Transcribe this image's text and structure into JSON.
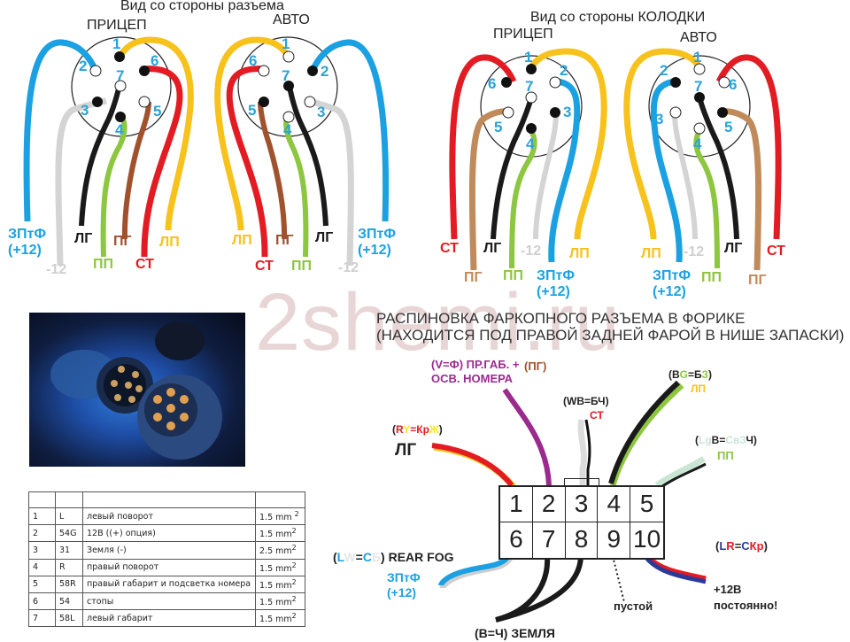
{
  "watermark": "2shemi.ru",
  "top_left": {
    "title": "Вид со стороны разъема",
    "left_label": "ПРИЦЕП",
    "right_label": "АВТО",
    "left_wires": [
      {
        "label": "ЗПтФ",
        "label2": "(+12)",
        "color": "#1ba1e2"
      },
      {
        "label": "-12",
        "color": "#cfcfcf"
      },
      {
        "label": "ЛГ",
        "color": "#1a1a1a"
      },
      {
        "label": "ПП",
        "color": "#8dc63f"
      },
      {
        "label": "ПГ",
        "color": "#a0522d"
      },
      {
        "label": "СТ",
        "color": "#e31b23"
      },
      {
        "label": "ЛП",
        "color": "#f7c21c"
      }
    ],
    "right_wires": [
      {
        "label": "ЛП",
        "color": "#f7c21c"
      },
      {
        "label": "СТ",
        "color": "#e31b23"
      },
      {
        "label": "ПГ",
        "color": "#a0522d"
      },
      {
        "label": "ПП",
        "color": "#8dc63f"
      },
      {
        "label": "ЛГ",
        "color": "#1a1a1a"
      },
      {
        "label": "-12",
        "color": "#cfcfcf"
      },
      {
        "label": "ЗПтФ",
        "label2": "(+12)",
        "color": "#1ba1e2"
      }
    ]
  },
  "top_right": {
    "title": "Вид со стороны КОЛОДКИ",
    "left_label": "ПРИЦЕП",
    "right_label": "АВТО",
    "left_wires": [
      {
        "label": "СТ",
        "color": "#e31b23"
      },
      {
        "label": "ПГ",
        "color": "#c08a5a"
      },
      {
        "label": "ЛГ",
        "color": "#1a1a1a"
      },
      {
        "label": "ПП",
        "color": "#8dc63f"
      },
      {
        "label": "-12",
        "color": "#cfcfcf"
      },
      {
        "label": "ЗПтФ",
        "label2": "(+12)",
        "color": "#1ba1e2"
      },
      {
        "label": "ЛП",
        "color": "#f7c21c"
      }
    ],
    "right_wires": [
      {
        "label": "ЛП",
        "color": "#f7c21c"
      },
      {
        "label": "ЗПтФ",
        "label2": "(+12)",
        "color": "#1ba1e2"
      },
      {
        "label": "-12",
        "color": "#cfcfcf"
      },
      {
        "label": "ПП",
        "color": "#8dc63f"
      },
      {
        "label": "ЛГ",
        "color": "#1a1a1a"
      },
      {
        "label": "ПГ",
        "color": "#c08a5a"
      },
      {
        "label": "СТ",
        "color": "#e31b23"
      }
    ]
  },
  "pins": [
    "1",
    "2",
    "3",
    "4",
    "5",
    "6",
    "7"
  ],
  "spec_table": {
    "header": [
      "",
      "",
      "",
      ""
    ],
    "rows": [
      {
        "pin": "1",
        "code": "L",
        "desc": "левый поворот",
        "section": "1.5 mm",
        "sup": "2"
      },
      {
        "pin": "2",
        "code": "54G",
        "desc": "12В ((+) опция)",
        "section": "1.5 mm",
        "sup": "2"
      },
      {
        "pin": "3",
        "code": "31",
        "desc": "Земля (-)",
        "section": "2.5 mm",
        "sup": "2"
      },
      {
        "pin": "4",
        "code": "R",
        "desc": "правый поворот",
        "section": "1.5 mm",
        "sup": "2"
      },
      {
        "pin": "5",
        "code": "58R",
        "desc": "правый габарит и подсветка номера",
        "section": "1.5 mm",
        "sup": "2"
      },
      {
        "pin": "6",
        "code": "54",
        "desc": "стопы",
        "section": "1.5 mm",
        "sup": "2"
      },
      {
        "pin": "7",
        "code": "58L",
        "desc": "левый габарит",
        "section": "1.5 mm",
        "sup": "2"
      }
    ]
  },
  "forik": {
    "title_line1": "РАСПИНОВКА ФАРКОПНОГО РАЗЪЕМА В ФОРИКЕ",
    "title_line2": "(НАХОДИТСЯ ПОД ПРАВОЙ ЗАДНЕЙ ФАРОЙ В НИШЕ ЗАПАСКИ)",
    "cells_top": [
      "1",
      "2",
      "3",
      "4",
      "5"
    ],
    "cells_bottom": [
      "6",
      "7",
      "8",
      "9",
      "10"
    ],
    "pin1": {
      "code_open": "(",
      "code_a": "R",
      "code_b": "Y",
      "code_eq": "=",
      "code_c": "Кр",
      "code_d": "Ж",
      "code_close": ")",
      "label": "ЛГ"
    },
    "pin2": {
      "line1": "(V=Ф) ПР.ГАБ. +",
      "line2": "ОСВ. НОМЕРА",
      "alt": "(ПГ)"
    },
    "pin3": {
      "code": "(WB=БЧ)",
      "label": "СТ"
    },
    "pin4": {
      "code_open": "(B",
      "code_g": "G",
      "code_eq": "=Б",
      "code_z": "З",
      "code_close": ")",
      "label": "ЛП"
    },
    "pin5": {
      "code_open": "(",
      "code_lg": "Lg",
      "code_b": "B=",
      "code_sv": "Св",
      "code_z": "З",
      "code_ch": "Ч)",
      "label": "ПП"
    },
    "pin6": {
      "code_open": "(",
      "code_l": "L",
      "code_w": "W",
      "code_eq": "=",
      "code_s": "С",
      "code_bb": "Б",
      "code_rest": ") REAR FOG",
      "label": "ЗПтФ",
      "label2": "(+12)"
    },
    "pin78": {
      "label": "(B=Ч) ЗЕМЛЯ"
    },
    "pin9": {
      "label": "пустой"
    },
    "pin10": {
      "code_open": "(",
      "code_l": "L",
      "code_r": "R",
      "code_eq": "=",
      "code_s": "С",
      "code_kr": "Кр",
      "code_close": ")",
      "label1": "+12В",
      "label2": "постоянно!"
    }
  },
  "colors": {
    "pin_number": "#29a3d8",
    "purple": "#9b2a8f",
    "brown_label": "#a0522d",
    "red": "#e31b23",
    "yellow": "#f7c21c",
    "green": "#8dc63f",
    "light_green": "#c9e6d5",
    "blue": "#1ba1e2",
    "navy": "#2b3a9a"
  }
}
